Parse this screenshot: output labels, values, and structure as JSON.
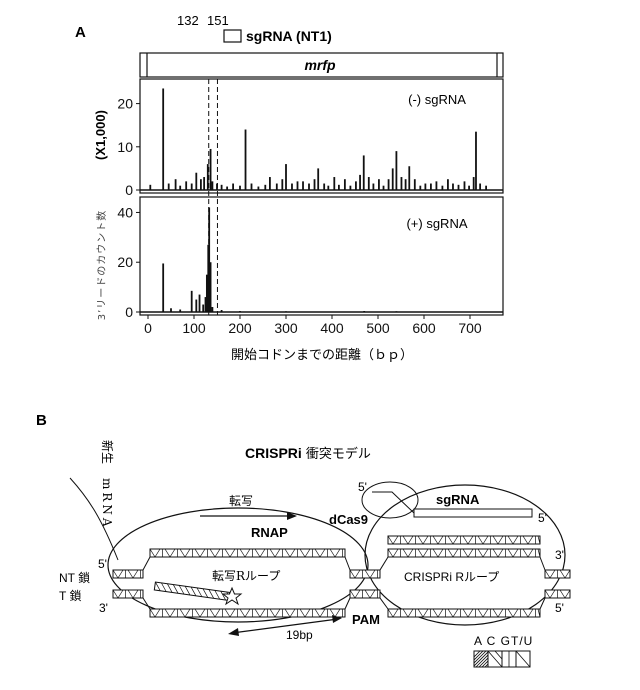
{
  "panel_a": {
    "label": "A",
    "site_start": "132",
    "site_end": "151",
    "sgrna_key": "sgRNA (NT1)",
    "gene_label": "mrfp",
    "y_axis_title": "(X1,000)",
    "y_axis_subtitle": "3’リードのカウント数",
    "x_axis_label": "開始コドンまでの距離（ｂｐ）",
    "top_plot_label": "(-) sgRNA",
    "bottom_plot_label": "(+) sgRNA"
  },
  "panel_b": {
    "label": "B",
    "title_bold": "CRISPRi",
    "title_rest": " 衝突モデル",
    "nascent": "新生",
    "mrna": "mRNA",
    "transcription": "転写",
    "rnap": "RNAP",
    "dcas9": "dCas9",
    "sgrna": "sgRNA",
    "five_prime": "5'",
    "three_prime": "3'",
    "nt_strand": "NT 鎖",
    "t_strand": "T 鎖",
    "r_loop_transcription": "転写Rループ",
    "r_loop_crispri": "CRISPRi Rループ",
    "pam": "PAM",
    "distance": "19bp",
    "base_legend": "A C GT/U"
  },
  "chart_data": [
    {
      "type": "bar",
      "title": "(-) sgRNA",
      "xlabel": "開始コドンまでの距離（ｂｐ）",
      "ylabel": "(X1,000)",
      "xlim": [
        0,
        750
      ],
      "ylim": [
        0,
        25
      ],
      "xticks": [
        0,
        100,
        200,
        300,
        400,
        500,
        600,
        700
      ],
      "yticks": [
        0,
        10,
        20
      ],
      "site_range": [
        132,
        151
      ],
      "x": [
        5,
        33,
        45,
        60,
        70,
        83,
        95,
        105,
        115,
        122,
        130,
        136,
        140,
        150,
        160,
        172,
        185,
        200,
        212,
        225,
        240,
        255,
        265,
        280,
        292,
        300,
        313,
        325,
        337,
        350,
        362,
        370,
        383,
        392,
        405,
        415,
        428,
        440,
        452,
        461,
        469,
        480,
        490,
        502,
        512,
        523,
        532,
        540,
        551,
        560,
        568,
        580,
        592,
        603,
        615,
        627,
        640,
        652,
        663,
        675,
        688,
        698,
        708,
        713,
        722,
        735
      ],
      "values": [
        1.2,
        23.5,
        1.5,
        2.5,
        1.0,
        2.0,
        1.5,
        4.0,
        2.5,
        3.0,
        6.0,
        9.5,
        2.0,
        1.5,
        1.2,
        0.8,
        1.5,
        1.0,
        14.0,
        1.5,
        0.8,
        1.2,
        3.0,
        1.5,
        2.5,
        6.0,
        1.5,
        2.0,
        2.0,
        1.5,
        2.5,
        5.0,
        1.5,
        1.0,
        3.0,
        1.2,
        2.5,
        1.0,
        2.0,
        3.5,
        8.0,
        3.0,
        1.5,
        2.5,
        1.0,
        2.5,
        5.0,
        9.0,
        3.0,
        2.5,
        5.5,
        2.5,
        1.0,
        1.5,
        1.5,
        2.0,
        1.0,
        2.5,
        1.5,
        1.2,
        2.0,
        1.0,
        3.0,
        13.5,
        1.5,
        1.0
      ]
    },
    {
      "type": "bar",
      "title": "(+) sgRNA",
      "xlabel": "開始コドンまでの距離（ｂｐ）",
      "ylabel": "(X1,000)",
      "xlim": [
        0,
        750
      ],
      "ylim": [
        0,
        45
      ],
      "xticks": [
        0,
        100,
        200,
        300,
        400,
        500,
        600,
        700
      ],
      "yticks": [
        0,
        20,
        40
      ],
      "site_range": [
        132,
        151
      ],
      "x": [
        33,
        50,
        70,
        95,
        105,
        112,
        120,
        125,
        128,
        131,
        133,
        136,
        140,
        160,
        200,
        300,
        470,
        540
      ],
      "values": [
        19.5,
        1.5,
        1.0,
        8.5,
        5.0,
        7.0,
        3.0,
        6.0,
        15.0,
        27.0,
        42.0,
        20.0,
        2.0,
        0.8,
        0.4,
        0.3,
        0.4,
        0.3
      ]
    }
  ]
}
